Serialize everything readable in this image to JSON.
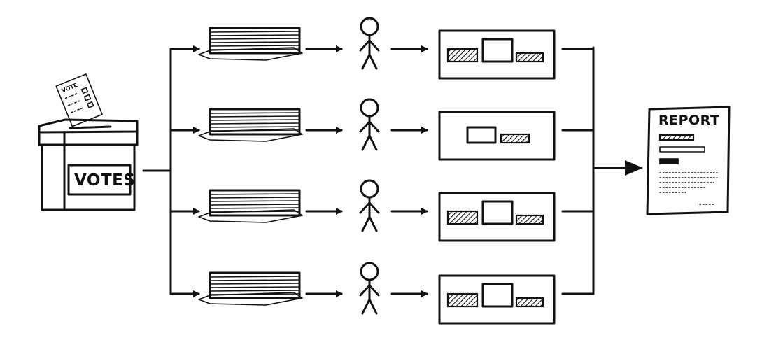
{
  "ballot_box": {
    "label": "VOTES",
    "ballot_label": "VOTE"
  },
  "report": {
    "title": "REPORT"
  },
  "colors": {
    "ink": "#111111",
    "paper": "#ffffff"
  },
  "rows": [
    {
      "summary_bars": [
        "hatched",
        "outline",
        "hatched"
      ]
    },
    {
      "summary_bars": [
        "outline",
        "hatched"
      ]
    },
    {
      "summary_bars": [
        "hatched",
        "outline",
        "hatched"
      ]
    },
    {
      "summary_bars": [
        "hatched",
        "outline",
        "hatched"
      ]
    }
  ]
}
